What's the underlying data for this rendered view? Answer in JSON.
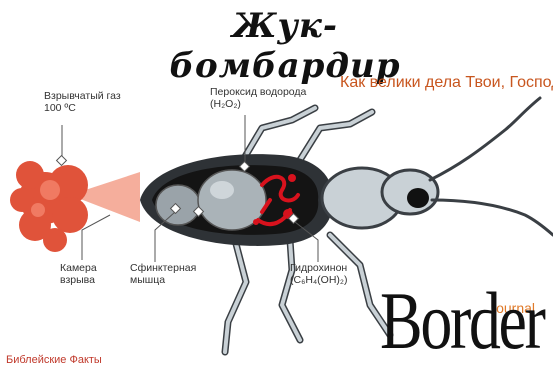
{
  "title": "Жук-бомбардир",
  "subtitle": "Как велики дела Твои, Господи",
  "labels": {
    "gas": "Взрывчатый газ 100 ºС",
    "peroxide": "Пероксид водорода (H₂O₂)",
    "chamber": "Камера взрыва",
    "sphincter": "Сфинктерная мышца",
    "hydroquinone": "Гидрохинон (C₆H₄(OH)₂)"
  },
  "footer": "Библейские Факты",
  "logo": {
    "word": "Border",
    "tag": "journal"
  },
  "colors": {
    "body": "#c9d1d6",
    "shell": "#2e3236",
    "inner": "#1a1a1a",
    "blast": "#e0533a",
    "spray": "#f06a50",
    "red_glands": "#d8121d",
    "subtitle": "#c8561f",
    "footer": "#c0392b"
  }
}
